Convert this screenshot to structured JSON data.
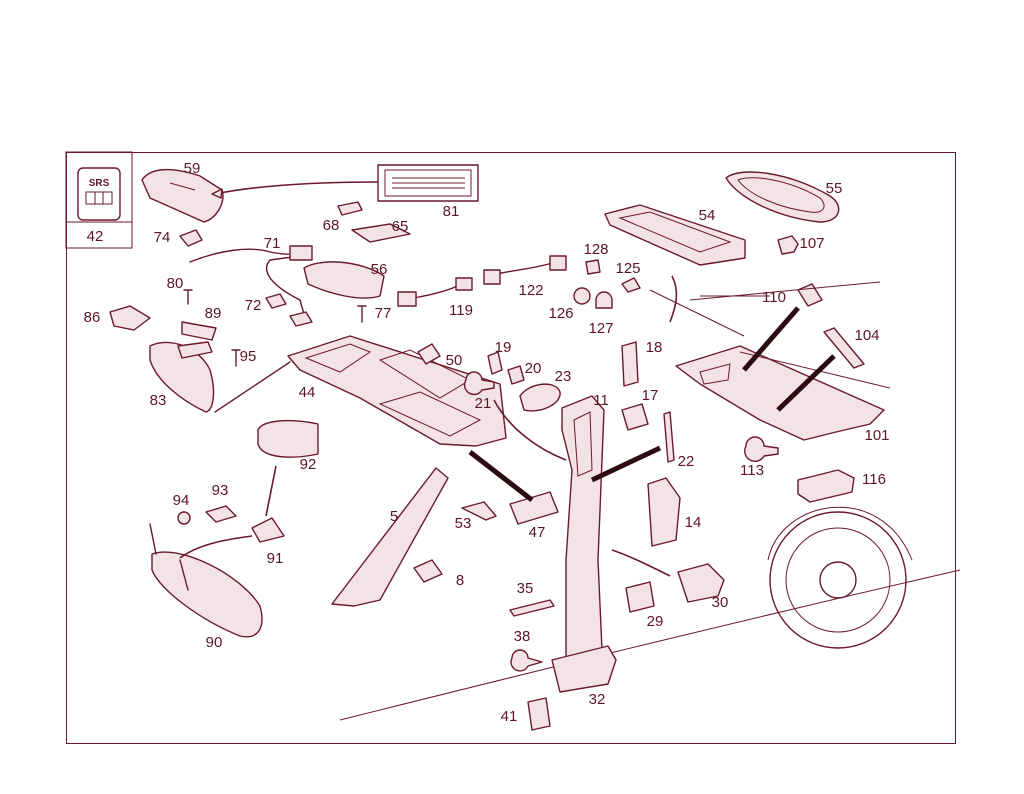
{
  "badge": {
    "title": "SRS",
    "number": "42"
  },
  "labels": [
    {
      "id": "59",
      "text": "59"
    },
    {
      "id": "81",
      "text": "81"
    },
    {
      "id": "55",
      "text": "55"
    },
    {
      "id": "54",
      "text": "54"
    },
    {
      "id": "107",
      "text": "107"
    },
    {
      "id": "68",
      "text": "68"
    },
    {
      "id": "65",
      "text": "65"
    },
    {
      "id": "74",
      "text": "74"
    },
    {
      "id": "71",
      "text": "71"
    },
    {
      "id": "56",
      "text": "56"
    },
    {
      "id": "128",
      "text": "128"
    },
    {
      "id": "125",
      "text": "125"
    },
    {
      "id": "80",
      "text": "80"
    },
    {
      "id": "122",
      "text": "122"
    },
    {
      "id": "110",
      "text": "110"
    },
    {
      "id": "72",
      "text": "72"
    },
    {
      "id": "77",
      "text": "77"
    },
    {
      "id": "119",
      "text": "119"
    },
    {
      "id": "126",
      "text": "126"
    },
    {
      "id": "127",
      "text": "127"
    },
    {
      "id": "86",
      "text": "86"
    },
    {
      "id": "89",
      "text": "89"
    },
    {
      "id": "104",
      "text": "104"
    },
    {
      "id": "95",
      "text": "95"
    },
    {
      "id": "50",
      "text": "50"
    },
    {
      "id": "19",
      "text": "19"
    },
    {
      "id": "18",
      "text": "18"
    },
    {
      "id": "20",
      "text": "20"
    },
    {
      "id": "83",
      "text": "83"
    },
    {
      "id": "44",
      "text": "44"
    },
    {
      "id": "23",
      "text": "23"
    },
    {
      "id": "21",
      "text": "21"
    },
    {
      "id": "11",
      "text": "11"
    },
    {
      "id": "17",
      "text": "17"
    },
    {
      "id": "101",
      "text": "101"
    },
    {
      "id": "92",
      "text": "92"
    },
    {
      "id": "22",
      "text": "22"
    },
    {
      "id": "113",
      "text": "113"
    },
    {
      "id": "116",
      "text": "116"
    },
    {
      "id": "93",
      "text": "93"
    },
    {
      "id": "94",
      "text": "94"
    },
    {
      "id": "5",
      "text": "5"
    },
    {
      "id": "53",
      "text": "53"
    },
    {
      "id": "47",
      "text": "47"
    },
    {
      "id": "14",
      "text": "14"
    },
    {
      "id": "91",
      "text": "91"
    },
    {
      "id": "8",
      "text": "8"
    },
    {
      "id": "35",
      "text": "35"
    },
    {
      "id": "30",
      "text": "30"
    },
    {
      "id": "29",
      "text": "29"
    },
    {
      "id": "90",
      "text": "90"
    },
    {
      "id": "38",
      "text": "38"
    },
    {
      "id": "32",
      "text": "32"
    },
    {
      "id": "41",
      "text": "41"
    }
  ],
  "colors": {
    "line": "#6b1a2a",
    "text": "#5c1624",
    "fill": "#f3e3e6",
    "background": "#ffffff"
  }
}
